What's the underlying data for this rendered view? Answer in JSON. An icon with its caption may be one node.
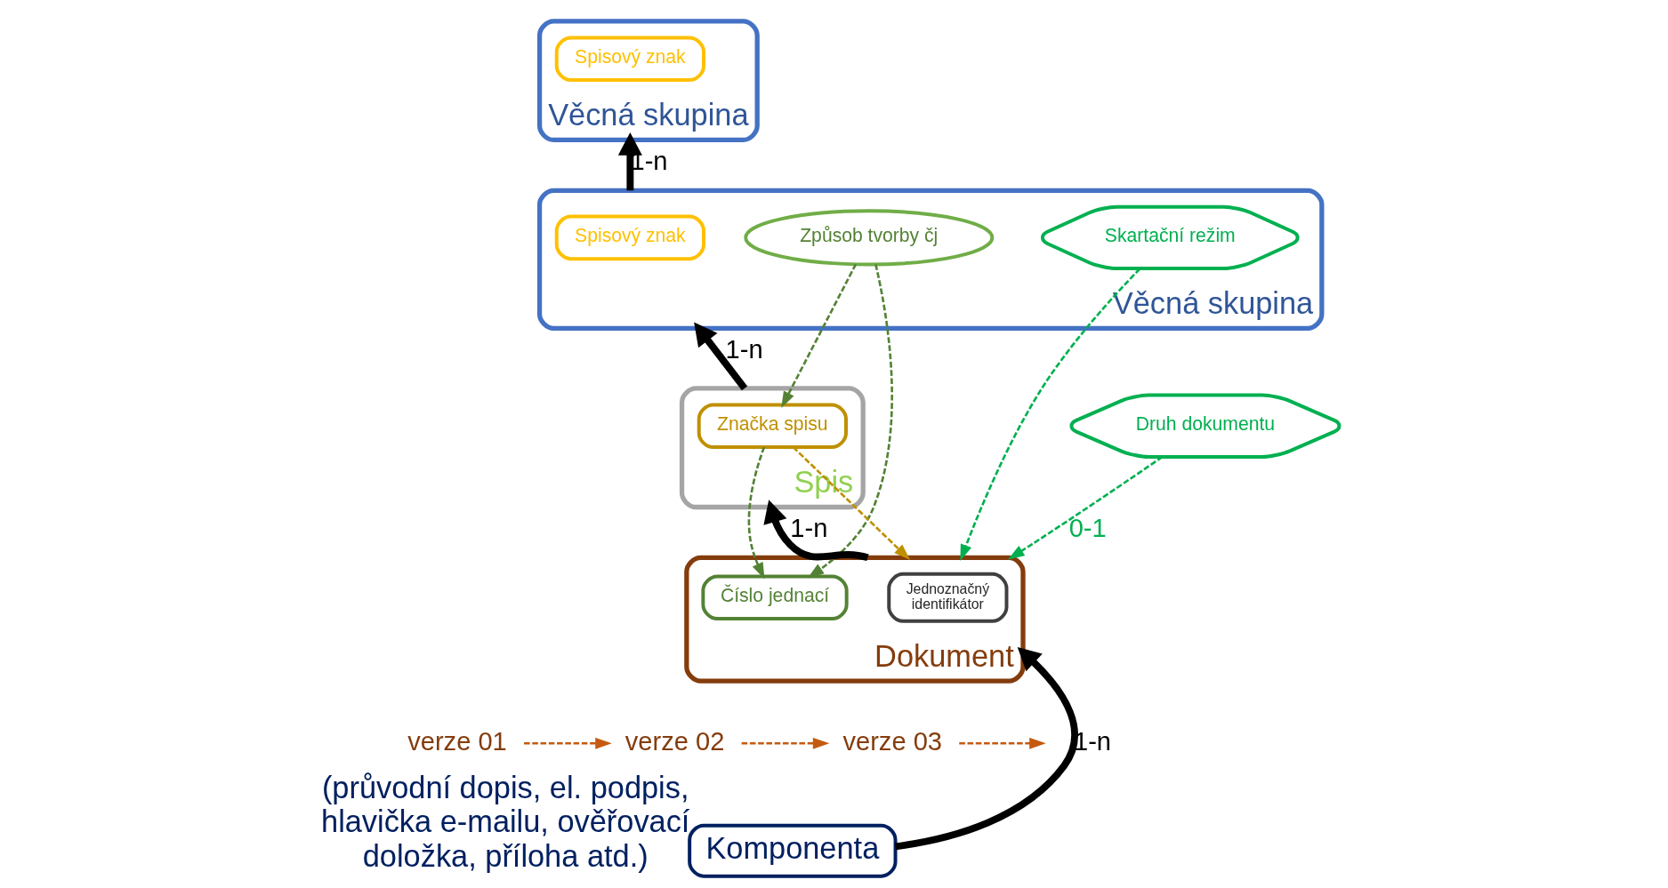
{
  "diagram": {
    "nodes": [
      {
        "text": [
          "Věcná skupina"
        ]
      },
      {
        "text": [
          "Spisový znak"
        ],
        "in": 0
      },
      {
        "text": [
          "Věcná skupina"
        ]
      },
      {
        "text": [
          "Spisový znak"
        ],
        "in": 2
      },
      {
        "text": [
          "Způsob tvorby čj"
        ],
        "in": 2
      },
      {
        "text": [
          "Skartační režim"
        ],
        "in": 2
      },
      {
        "text": [
          "Spis"
        ]
      },
      {
        "text": [
          "Značka spisu"
        ],
        "in": 6
      },
      {
        "text": [
          "Dokument"
        ]
      },
      {
        "text": [
          "Číslo jednací"
        ],
        "in": 8
      },
      {
        "text": [
          "Jednoznačný identifikátor"
        ],
        "in": 8
      },
      {
        "text": [
          "verze 01"
        ]
      },
      {
        "text": [
          "verze 02"
        ]
      },
      {
        "text": [
          "verze 03"
        ]
      },
      {
        "text": [
          "Druh dokumentu"
        ]
      },
      {
        "text": [
          "Komponenta"
        ],
        "beside": [
          "(průvodní dopis, el. podpis, hlavička e-mailu, ověřovací doložka, příloha atd.)"
        ]
      }
    ],
    "edges": [
      {
        "from": 2,
        "to": 0,
        "arrow": "to",
        "label": "1-n",
        "style": "thick",
        "color": "#000000"
      },
      {
        "from": 6,
        "to": 2,
        "arrow": "to",
        "label": "1-n",
        "style": "thick",
        "color": "#000000"
      },
      {
        "from": 8,
        "to": 6,
        "arrow": "to",
        "label": "1-n",
        "style": "thick",
        "color": "#000000"
      },
      {
        "from": 15,
        "to": 8,
        "arrow": "to",
        "label": "1-n",
        "style": "thick",
        "color": "#000000"
      },
      {
        "from": 4,
        "to": 7,
        "arrow": "to",
        "style": "dashed",
        "color": "#548235"
      },
      {
        "from": 4,
        "to": 9,
        "arrow": "to",
        "style": "dashed",
        "color": "#548235"
      },
      {
        "from": 7,
        "to": 9,
        "arrow": "to",
        "style": "dashed",
        "color": "#548235"
      },
      {
        "from": 7,
        "to": 8,
        "arrow": "to",
        "style": "dashed",
        "color": "#bf9000"
      },
      {
        "from": 5,
        "to": 8,
        "arrow": "to",
        "style": "dashed",
        "color": "#00b050"
      },
      {
        "from": 14,
        "to": 8,
        "arrow": "to",
        "label": "0-1",
        "style": "dashed",
        "color": "#00b050"
      },
      {
        "from": 11,
        "to": 12,
        "arrow": "to",
        "style": "dashed",
        "color": "#c55a11"
      },
      {
        "from": 12,
        "to": 13,
        "arrow": "to",
        "style": "dashed",
        "color": "#c55a11"
      },
      {
        "from": 13,
        "to": null,
        "arrow": "to",
        "style": "dashed",
        "color": "#c55a11"
      }
    ]
  }
}
